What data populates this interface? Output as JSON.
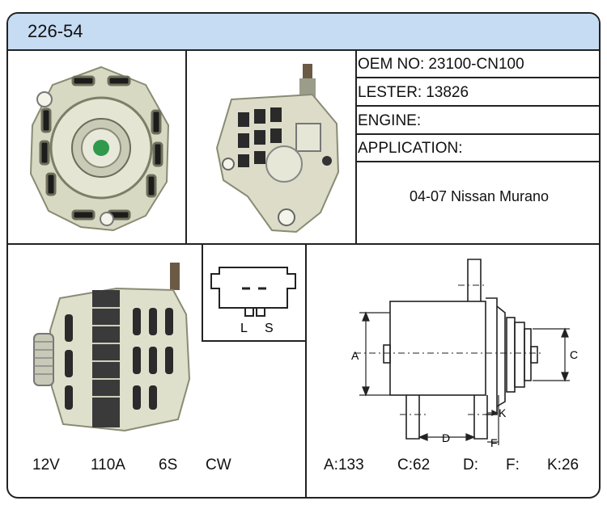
{
  "header": {
    "title": "226-54"
  },
  "info": {
    "oem_label": "OEM NO:",
    "oem_value": "23100-CN100",
    "lester_label": "LESTER:",
    "lester_value": "13826",
    "engine_label": "ENGINE:",
    "engine_value": "",
    "application_label": "APPLICATION:",
    "application_value": "04-07 Nissan Murano"
  },
  "connector": {
    "pin_l": "L",
    "pin_s": "S"
  },
  "specs": {
    "voltage": "12V",
    "amperage": "110A",
    "groove": "6S",
    "rotation": "CW"
  },
  "dimensions": {
    "label_a": "A",
    "label_c": "C",
    "label_d": "D",
    "label_f": "F",
    "label_k": "K",
    "a": "A:133",
    "c": "C:62",
    "d": "D:",
    "f": "F:",
    "k": "K:26"
  },
  "colors": {
    "header_bg": "#c6dcf3",
    "border": "#222222",
    "part_body": "#dfe0cc"
  }
}
